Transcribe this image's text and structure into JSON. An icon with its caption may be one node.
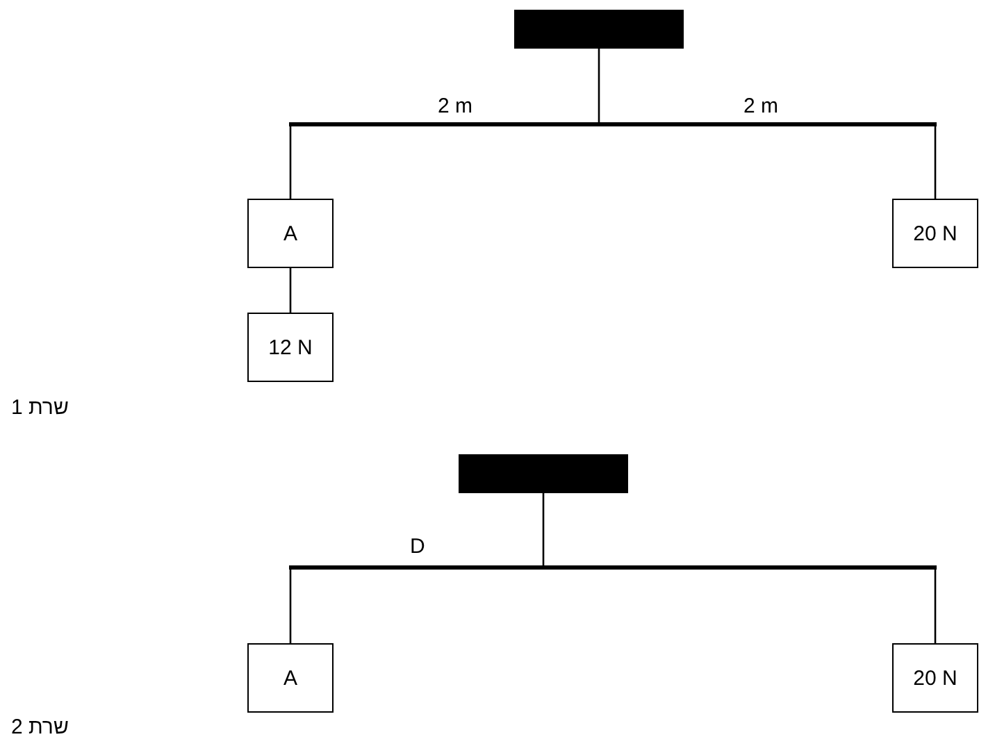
{
  "diagram": {
    "nodes": [
      {
        "text": [],
        "shape": "bar"
      },
      {
        "text": [],
        "shape": "bar"
      },
      {
        "text": [
          "A"
        ]
      },
      {
        "text": [
          "20 N"
        ]
      },
      {
        "text": [
          "12 N"
        ]
      },
      {
        "text": [],
        "shape": "bar"
      },
      {
        "text": [],
        "shape": "bar"
      },
      {
        "text": [
          "A"
        ]
      },
      {
        "text": [
          "20 N"
        ]
      }
    ],
    "edges": [
      {
        "from": 0,
        "to": 1,
        "arrow": "none"
      },
      {
        "from": 1,
        "to": 2,
        "arrow": "none"
      },
      {
        "from": 1,
        "to": 3,
        "arrow": "none"
      },
      {
        "from": 2,
        "to": 4,
        "arrow": "none"
      },
      {
        "from": 5,
        "to": 6,
        "arrow": "none"
      },
      {
        "from": 6,
        "to": 7,
        "arrow": "none"
      },
      {
        "from": 6,
        "to": 8,
        "arrow": "none"
      }
    ],
    "labels": [
      "2 m",
      "2 m",
      "שרת 1",
      "D",
      "שרת 2"
    ]
  }
}
